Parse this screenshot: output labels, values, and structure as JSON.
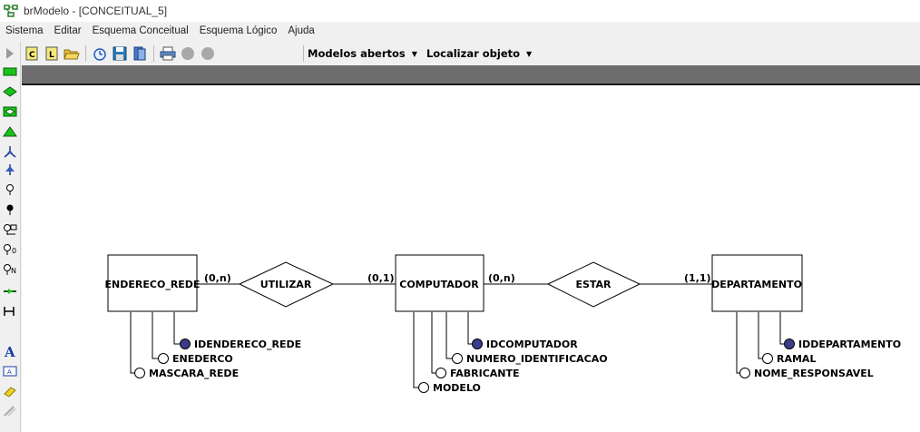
{
  "window": {
    "title": "brModelo - [CONCEITUAL_5]"
  },
  "menu": [
    "Sistema",
    "Editar",
    "Esquema Conceitual",
    "Esquema Lógico",
    "Ajuda"
  ],
  "toolbar": {
    "dropdown_models": "Modelos abertos",
    "dropdown_find": "Localizar objeto"
  },
  "diagram": {
    "entities": {
      "endereco_rede": "ENDERECO_REDE",
      "computador": "COMPUTADOR",
      "departamento": "DEPARTAMENTO"
    },
    "relationships": {
      "utilizar": "UTILIZAR",
      "estar": "ESTAR"
    },
    "cardinalities": {
      "endereco_utilizar": "(0,n)",
      "computador_utilizar": "(0,1)",
      "computador_estar": "(0,n)",
      "departamento_estar": "(1,1)"
    },
    "attributes": {
      "idendereco_rede": "IDENDERECO_REDE",
      "enederco": "ENEDERCO",
      "mascara_rede": "MASCARA_REDE",
      "idcomputador": "IDCOMPUTADOR",
      "numero_identificacao": "NUMERO_IDENTIFICACAO",
      "fabricante": "FABRICANTE",
      "modelo": "MODELO",
      "iddepartamento": "IDDEPARTAMENTO",
      "ramal": "RAMAL",
      "nome_responsavel": "NOME_RESPONSAVEL"
    }
  }
}
